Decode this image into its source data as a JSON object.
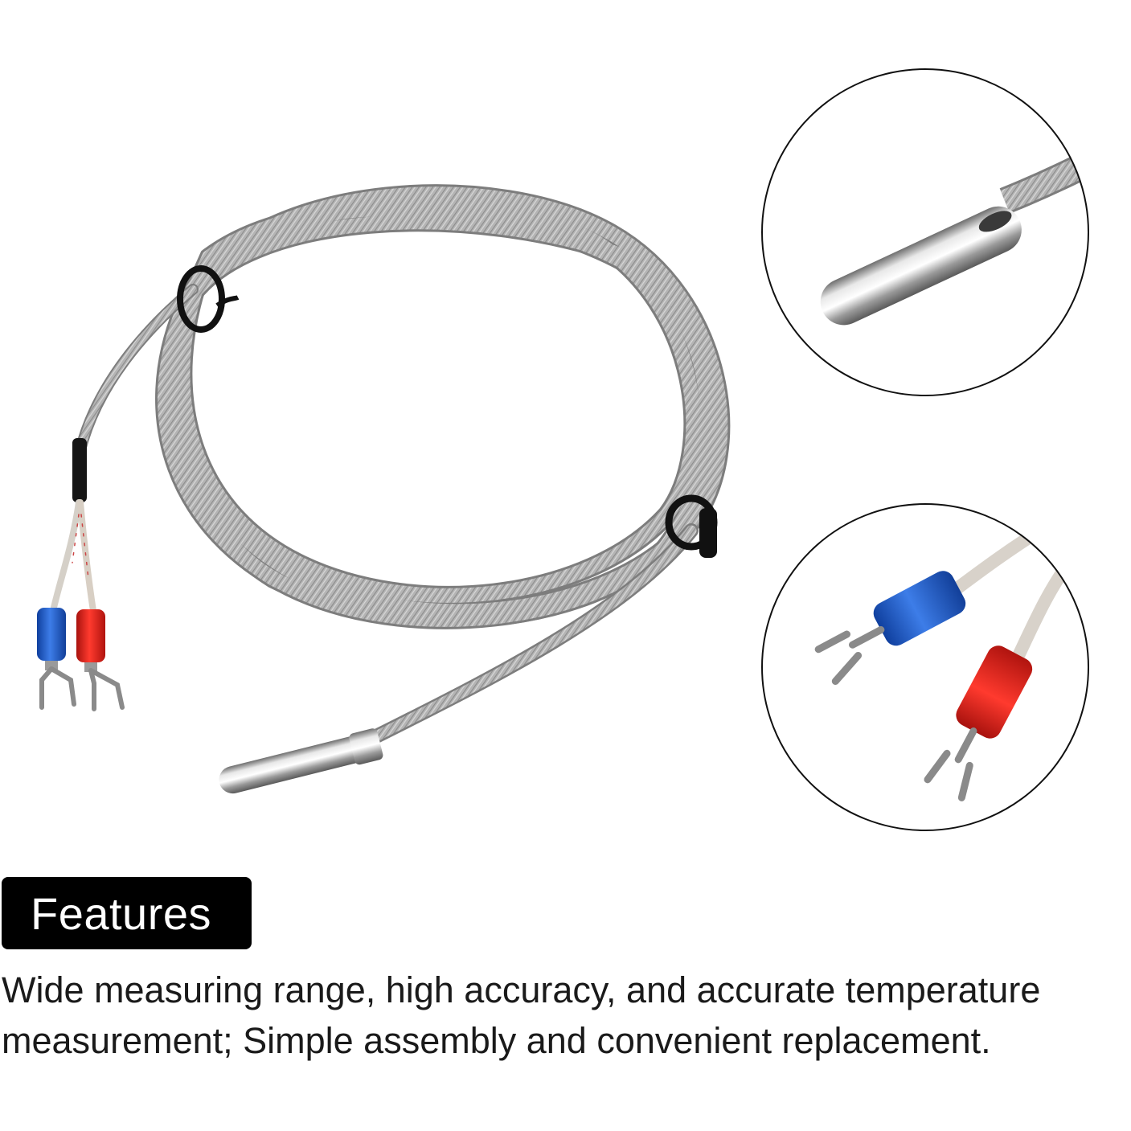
{
  "features_label": "Features",
  "description": {
    "line1": "Wide measuring range, high accuracy, and accurate temperature",
    "line2": "measurement; Simple assembly and convenient replacement."
  },
  "colors": {
    "background": "#ffffff",
    "badge_bg": "#000000",
    "badge_text": "#ffffff",
    "cable": "#a9a9a9",
    "terminal_blue": "#1f5fd0",
    "terminal_red": "#e0201a"
  },
  "image": {
    "subject": "thermocouple-probe-with-braided-cable",
    "detail_views": [
      "probe-tip-closeup",
      "spade-terminals-closeup"
    ]
  }
}
